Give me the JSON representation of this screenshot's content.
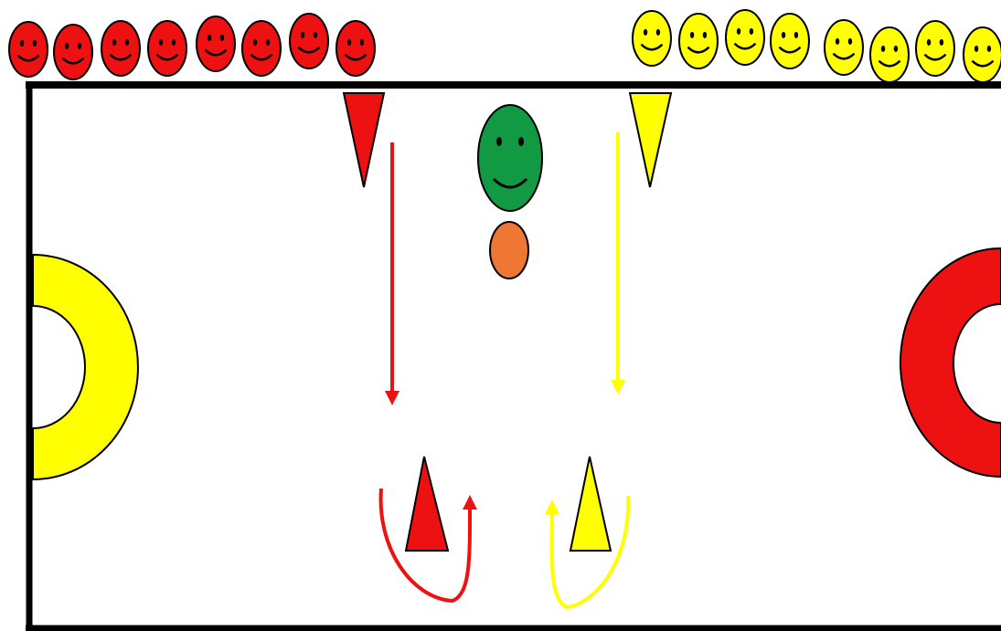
{
  "colors": {
    "red_team": "#ee1111",
    "yellow_team": "#ffff00",
    "coach": "#119944",
    "ball": "#ee7733",
    "outline": "#000000",
    "field_line": "#000000"
  },
  "teams": {
    "red": {
      "player_count": 8,
      "icon": "smiley-face-icon"
    },
    "yellow": {
      "player_count": 8,
      "icon": "smiley-face-icon"
    }
  },
  "coach": {
    "icon": "smiley-face-icon"
  },
  "ball": {
    "icon": "ball-icon"
  },
  "goals": [
    {
      "team": "yellow",
      "icon": "ring-goal-icon"
    },
    {
      "team": "red",
      "icon": "ring-goal-icon"
    }
  ],
  "cones": [
    {
      "team": "red",
      "icon": "cone-icon"
    },
    {
      "team": "yellow",
      "icon": "cone-icon"
    },
    {
      "team": "red",
      "icon": "cone-icon"
    },
    {
      "team": "yellow",
      "icon": "cone-icon"
    }
  ]
}
